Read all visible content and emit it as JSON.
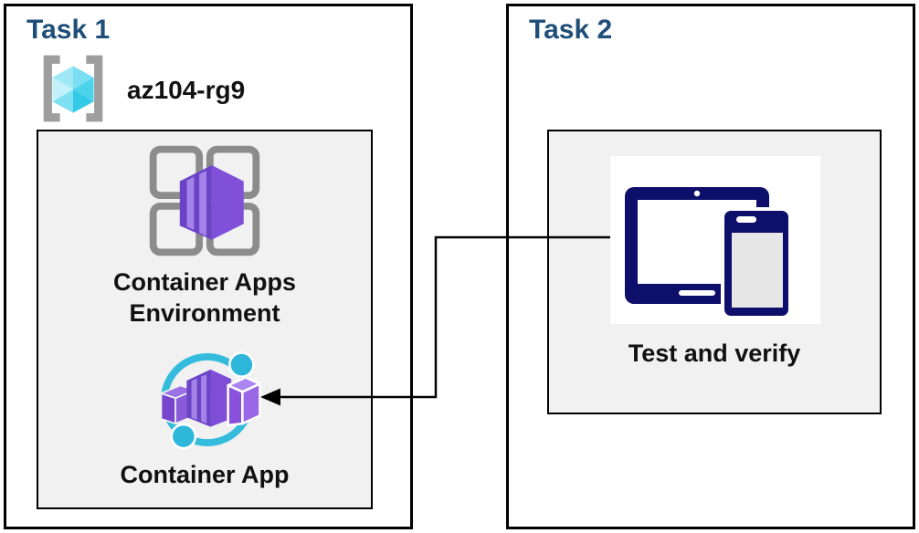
{
  "diagram": {
    "task1": {
      "title": "Task 1",
      "resource_group": {
        "name": "az104-rg9",
        "icon": "resource-group-icon"
      },
      "nodes": [
        {
          "label": "Container Apps Environment",
          "icon": "container-apps-environment-icon"
        },
        {
          "label": "Container App",
          "icon": "container-app-icon"
        }
      ]
    },
    "task2": {
      "title": "Task 2",
      "nodes": [
        {
          "label": "Test and verify",
          "icon": "devices-icon"
        }
      ]
    },
    "connector": {
      "type": "elbow-arrow",
      "from": "test-and-verify",
      "to": "container-app",
      "color": "#000000"
    },
    "colors": {
      "task_title": "#1F4E79",
      "inner_panel": "#F1F1F1",
      "border": "#000000",
      "azure_purple": "#7E4ED6",
      "azure_cyan": "#35BCDD",
      "device_navy": "#0E0E6B",
      "rg_gray": "#9E9E9E"
    }
  }
}
